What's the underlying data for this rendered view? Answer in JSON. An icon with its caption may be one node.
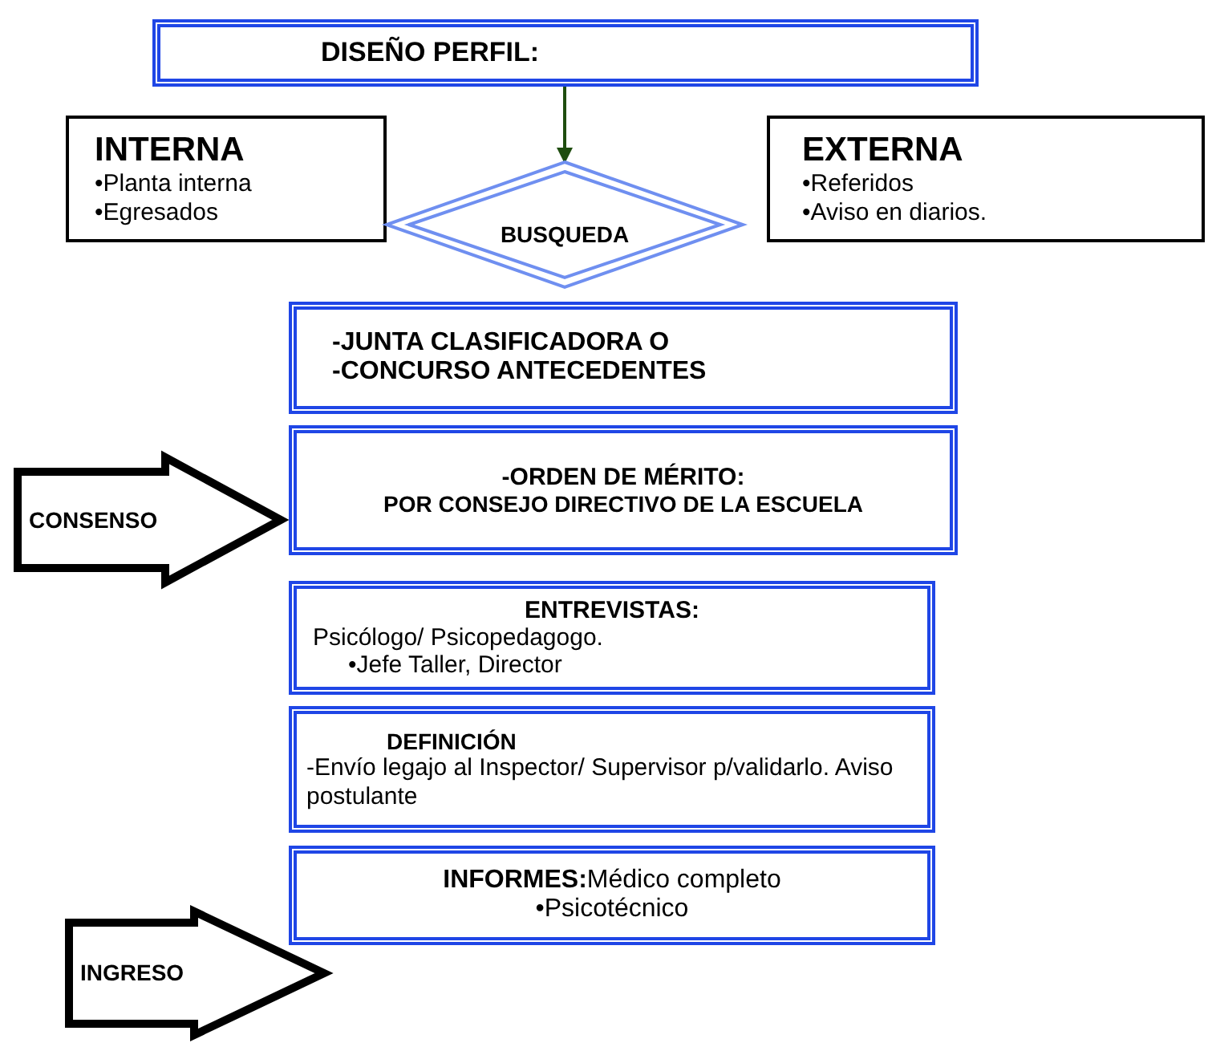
{
  "diagram": {
    "nodes": [
      {
        "text": [
          "DISEÑO PERFIL:"
        ]
      },
      {
        "text": [
          "INTERNA",
          "•Planta interna",
          "•Egresados"
        ]
      },
      {
        "text": [
          "BUSQUEDA"
        ]
      },
      {
        "text": [
          "EXTERNA",
          "•Referidos",
          "•Aviso en diarios."
        ]
      },
      {
        "text": [
          "-JUNTA CLASIFICADORA O",
          "-CONCURSO ANTECEDENTES"
        ]
      },
      {
        "text": [
          "-ORDEN DE MÉRITO:",
          "POR CONSEJO DIRECTIVO DE LA ESCUELA"
        ]
      },
      {
        "text": [
          "CONSENSO"
        ]
      },
      {
        "text": [
          "ENTREVISTAS:",
          "Psicólogo/ Psicopedagogo.",
          "•Jefe Taller, Director"
        ]
      },
      {
        "text": [
          "DEFINICIÓN",
          "-Envío legajo al Inspector/ Supervisor p/validarlo. Aviso postulante"
        ]
      },
      {
        "text": [
          "**INFORMES:**Médico completo",
          "•Psicotécnico"
        ]
      },
      {
        "text": [
          "INGRESO"
        ]
      }
    ],
    "edges": [
      {
        "from": 0,
        "to": 2,
        "arrow": "to",
        "color": "#1f4d0f"
      }
    ]
  }
}
